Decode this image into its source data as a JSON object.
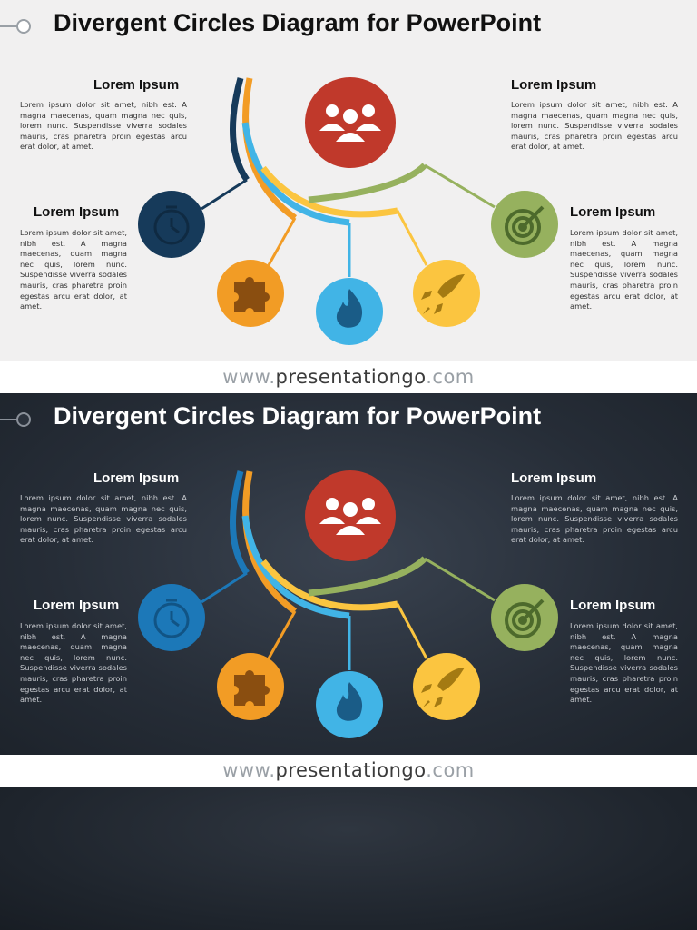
{
  "title": "Divergent Circles Diagram for PowerPoint",
  "items": [
    {
      "heading": "Lorem Ipsum",
      "text": "Lorem ipsum dolor sit amet, nibh est. A magna maecenas, quam magna nec quis, lorem nunc. Suspendisse viverra sodales mauris, cras pharetra proin egestas arcu erat dolor, at amet."
    },
    {
      "heading": "Lorem Ipsum",
      "text": "Lorem ipsum dolor sit amet, nibh est. A magna maecenas, quam magna nec quis, lorem nunc. Suspendisse viverra sodales mauris, cras pharetra proin egestas arcu erat dolor, at amet."
    },
    {
      "heading": "Lorem Ipsum",
      "text": "Lorem ipsum dolor sit amet, nibh est. A magna maecenas, quam magna nec quis, lorem nunc. Suspendisse viverra sodales mauris, cras pharetra proin egestas arcu erat dolor, at amet."
    },
    {
      "heading": "Lorem Ipsum",
      "text": "Lorem ipsum dolor sit amet, nibh est. A magna maecenas, quam magna nec quis, lorem nunc. Suspendisse viverra sodales mauris, cras pharetra proin egestas arcu erat dolor, at amet."
    }
  ],
  "footer": {
    "prefix": "www.",
    "brand": "presentationgo",
    "suffix": ".com"
  },
  "colors": {
    "red": "#c0392b",
    "navy": "#163a5a",
    "blue_dark_theme": "#1c78b8",
    "orange": "#f29c25",
    "sky": "#41b4e6",
    "yellow": "#fbc540",
    "green": "#96b15e"
  },
  "icons": [
    "team-icon",
    "stopwatch-icon",
    "puzzle-icon",
    "flame-icon",
    "rocket-icon",
    "target-icon"
  ]
}
